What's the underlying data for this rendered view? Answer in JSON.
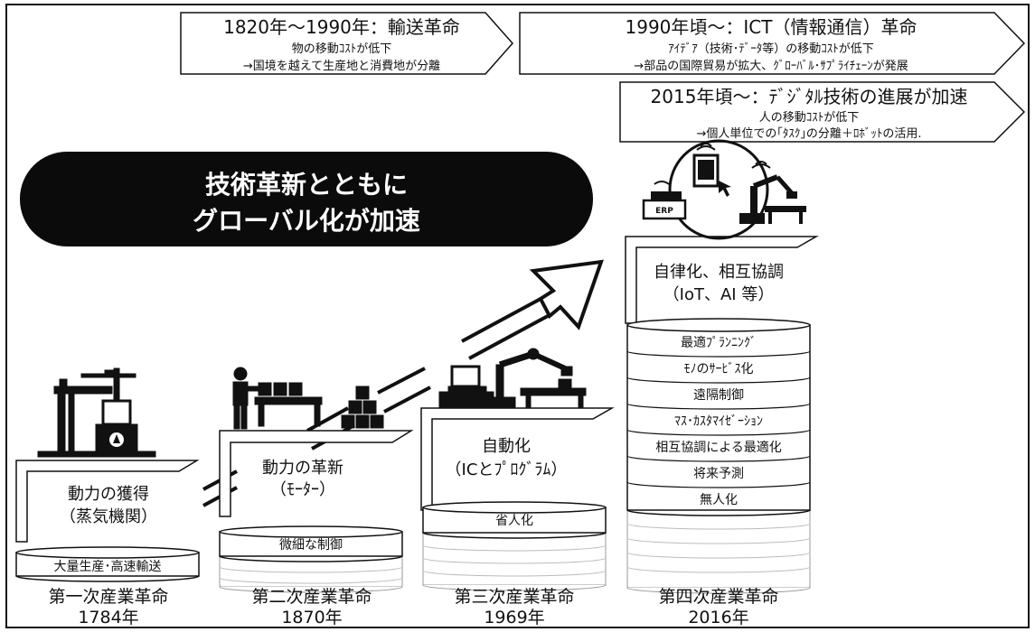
{
  "banners": {
    "b1": {
      "title": "1820年～1990年：輸送革命",
      "line1": "物の移動ｺｽﾄが低下",
      "line2": "→国境を越えて生産地と消費地が分離"
    },
    "b2": {
      "title": "1990年頃～：ICT（情報通信）革命",
      "line1": "ｱｲﾃﾞｱ（技術･ﾃﾞｰﾀ等）の移動ｺｽﾄが低下",
      "line2": "→部品の国際貿易が拡大、ｸﾞﾛｰﾊﾞﾙ･ｻﾌﾟﾗｲﾁｪｰﾝが発展"
    },
    "b3": {
      "title": "2015年頃～：ﾃﾞｼﾞﾀﾙ技術の進展が加速",
      "line1": "人の移動ｺｽﾄが低下",
      "line2": "→個人単位での｢ﾀｽｸ｣の分離＋ﾛﾎﾞｯﾄの活用."
    }
  },
  "headline": {
    "line1": "技術革新とともに",
    "line2": "グローバル化が加速"
  },
  "steps": {
    "s1": {
      "line1": "動力の獲得",
      "line2": "（蒸気機関）"
    },
    "s2": {
      "line1": "動力の革新",
      "line2": "（ﾓｰﾀｰ）"
    },
    "s3": {
      "line1": "自動化",
      "line2": "（ICとﾌﾟﾛｸﾞﾗﾑ）"
    },
    "s4": {
      "line1": "自律化、相互協調",
      "line2": "（IoT、AI 等）"
    }
  },
  "cylinders": {
    "c1": [
      "大量生産･高速輸送"
    ],
    "c2": [
      "微細な制御"
    ],
    "c3": [
      "省人化"
    ],
    "c4": [
      "最適ﾌﾟﾗﾝﾆﾝｸﾞ",
      "ﾓﾉのｻｰﾋﾞｽ化",
      "遠隔制御",
      "ﾏｽ･ｶｽﾀﾏｲｾﾞｰｼｮﾝ",
      "相互協調による最適化",
      "将来予測",
      "無人化"
    ]
  },
  "stages": {
    "st1": {
      "name": "第一次産業革命",
      "year": "1784年"
    },
    "st2": {
      "name": "第二次産業革命",
      "year": "1870年"
    },
    "st3": {
      "name": "第三次産業革命",
      "year": "1969年"
    },
    "st4": {
      "name": "第四次産業革命",
      "year": "2016年"
    }
  },
  "icons": {
    "erp_label": "ERP"
  }
}
